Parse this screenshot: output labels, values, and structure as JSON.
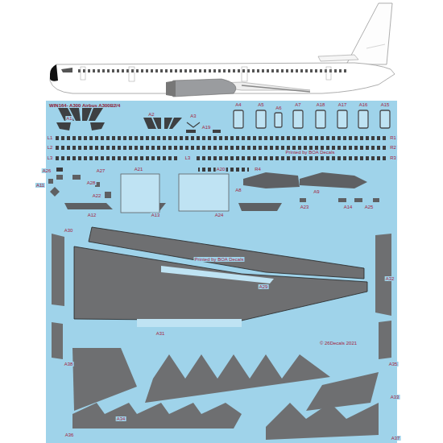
{
  "diagram": {
    "title": "WIN164- A300 Airbus A300B2/4",
    "labels": [
      "A1",
      "A2",
      "A3",
      "A19",
      "A4",
      "A5",
      "A6",
      "A7",
      "A18",
      "A17",
      "A16",
      "A15",
      "L1",
      "L2",
      "L3",
      "R1",
      "R2",
      "R3",
      "L3",
      "R4",
      "Printed by BOA Decals",
      "A26",
      "A27",
      "A11",
      "A28",
      "A22",
      "A21",
      "A20",
      "A8",
      "A9",
      "A12",
      "A13",
      "A24",
      "A23",
      "A14",
      "A25",
      "A30",
      "A29",
      "A32",
      "A31",
      "Printed by BOA Decals",
      "© 26Decals 2021",
      "A38",
      "A35",
      "A33",
      "A34",
      "A36",
      "A37"
    ]
  }
}
